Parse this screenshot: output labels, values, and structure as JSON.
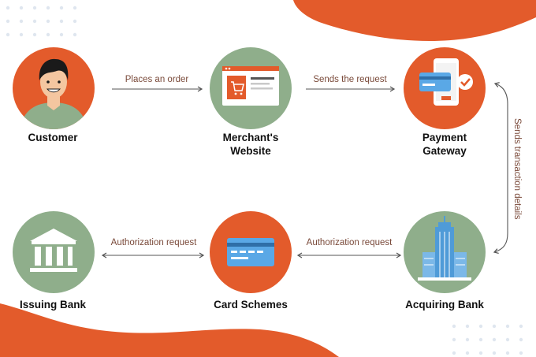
{
  "nodes": {
    "customer": {
      "label": "Customer"
    },
    "merchant": {
      "label_line1": "Merchant's",
      "label_line2": "Website"
    },
    "gateway": {
      "label_line1": "Payment",
      "label_line2": "Gateway"
    },
    "issuing": {
      "label": "Issuing Bank"
    },
    "card_schemes": {
      "label": "Card Schemes"
    },
    "acquiring": {
      "label": "Acquiring Bank"
    }
  },
  "edges": {
    "customer_to_merchant": "Places an order",
    "merchant_to_gateway": "Sends the request",
    "gateway_to_acquiring": "Sends transaction details",
    "acquiring_to_card_schemes": "Authorization request",
    "card_schemes_to_issuing": "Authorization request"
  },
  "colors": {
    "orange": "#e35b2b",
    "sage": "#8fae8b",
    "arrow": "#555555",
    "dots": "#dfe6ef",
    "text": "#111111",
    "edge_text": "#7a4a3a"
  },
  "icons": {
    "customer": "person-icon",
    "merchant": "shopping-cart-window-icon",
    "gateway": "phone-card-checkmark-icon",
    "issuing": "bank-building-icon",
    "card_schemes": "credit-card-icon",
    "acquiring": "skyscraper-icon"
  }
}
